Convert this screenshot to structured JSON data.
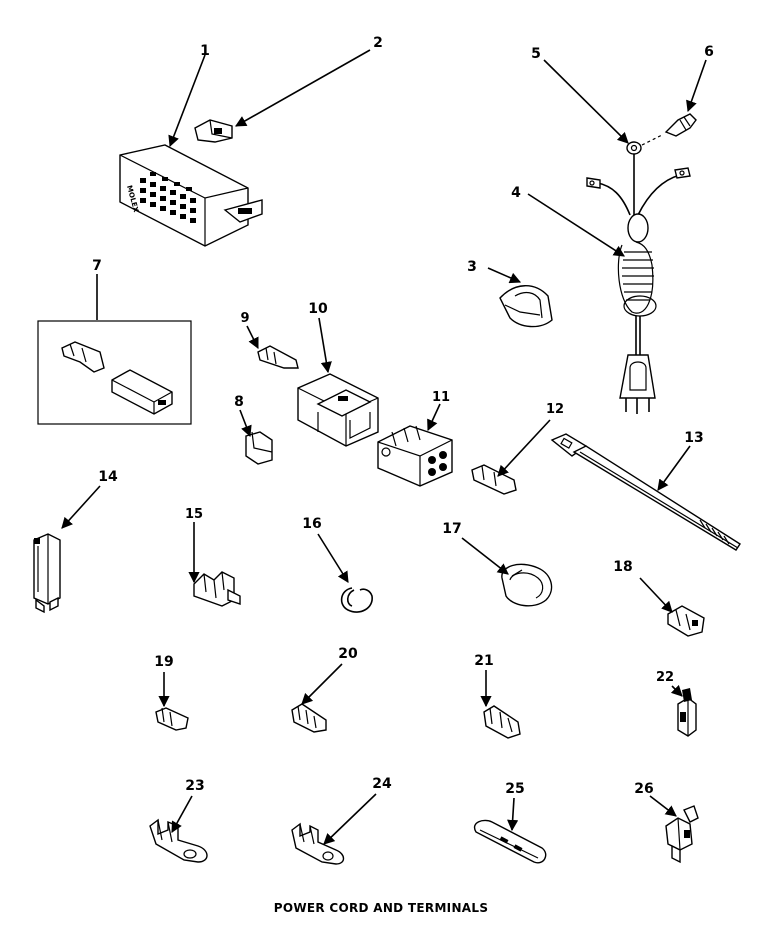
{
  "caption": "POWER CORD AND TERMINALS",
  "connector_label": "MOLEX",
  "callouts": [
    {
      "id": "1",
      "label": "1"
    },
    {
      "id": "2",
      "label": "2"
    },
    {
      "id": "3",
      "label": "3"
    },
    {
      "id": "4",
      "label": "4"
    },
    {
      "id": "5",
      "label": "5"
    },
    {
      "id": "6",
      "label": "6"
    },
    {
      "id": "7",
      "label": "7"
    },
    {
      "id": "8",
      "label": "8"
    },
    {
      "id": "9",
      "label": "9"
    },
    {
      "id": "10",
      "label": "10"
    },
    {
      "id": "11",
      "label": "11"
    },
    {
      "id": "12",
      "label": "12"
    },
    {
      "id": "13",
      "label": "13"
    },
    {
      "id": "14",
      "label": "14"
    },
    {
      "id": "15",
      "label": "15"
    },
    {
      "id": "16",
      "label": "16"
    },
    {
      "id": "17",
      "label": "17"
    },
    {
      "id": "18",
      "label": "18"
    },
    {
      "id": "19",
      "label": "19"
    },
    {
      "id": "20",
      "label": "20"
    },
    {
      "id": "21",
      "label": "21"
    },
    {
      "id": "22",
      "label": "22"
    },
    {
      "id": "23",
      "label": "23"
    },
    {
      "id": "24",
      "label": "24"
    },
    {
      "id": "25",
      "label": "25"
    },
    {
      "id": "26",
      "label": "26"
    }
  ]
}
